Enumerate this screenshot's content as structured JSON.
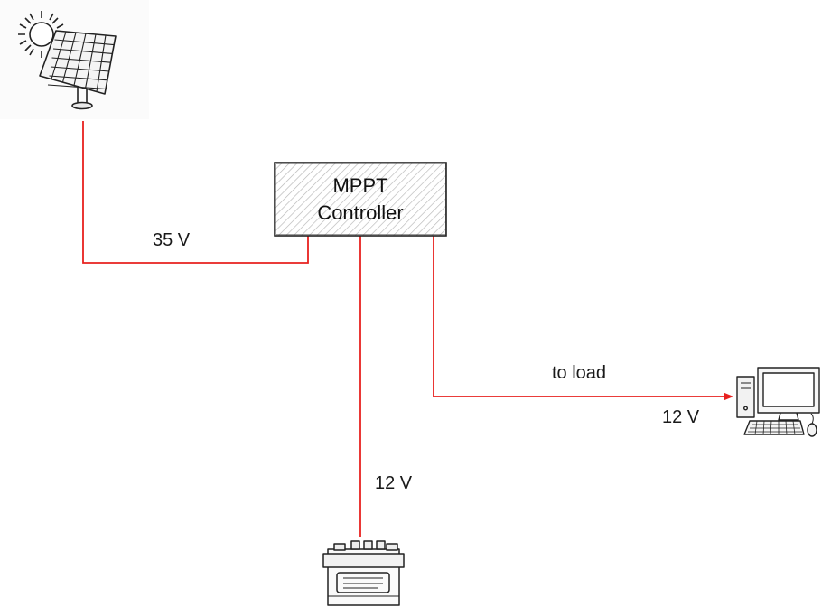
{
  "colors": {
    "wire": "#e8211f",
    "stroke": "#222222"
  },
  "controller": {
    "line1": "MPPT",
    "line2": "Controller"
  },
  "labels": {
    "panel_voltage": "35 V",
    "load": "to load",
    "load_voltage": "12 V",
    "battery_voltage": "12 V"
  },
  "icons": {
    "panel": "solar-panel-icon",
    "battery": "battery-icon",
    "computer": "desktop-computer-icon"
  }
}
